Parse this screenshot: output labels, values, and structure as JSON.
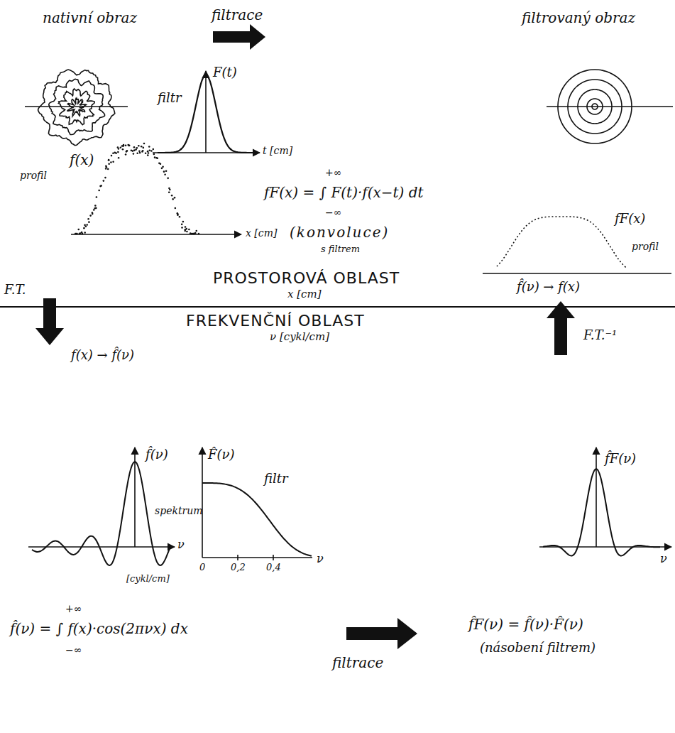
{
  "diagram": {
    "labels": [
      "nativní obraz",
      "filtrace",
      "filtrovaný obraz",
      "filtr",
      "F(t)",
      "t [cm]",
      "f(x)",
      "profil",
      "+∞",
      "fF(x) = ∫ F(t)·f(x−t) dt",
      "−∞",
      "(konvoluce)",
      "s filtrem",
      "x [cm]",
      "fF(x)",
      "profil",
      "F.T.",
      "f(x) → f̂(ν)",
      "PROSTOROVÁ OBLAST",
      "x [cm]",
      "FREKVENČNÍ OBLAST",
      "ν [cykl/cm]",
      "f̂(ν) → f(x)",
      "F.T.⁻¹",
      "f̂(ν)",
      "spektrum",
      "ν",
      "[cykl/cm]",
      "F̂(ν)",
      "filtr",
      "0",
      "0,2",
      "0,4",
      "ν",
      "f̂F(ν)",
      "ν",
      "+∞",
      "f̂(ν) = ∫ f(x)·cos(2πνx) dx",
      "−∞",
      "filtrace",
      "f̂F(ν) = f̂(ν)·F̂(ν)",
      "(násobení filtrem)"
    ]
  }
}
